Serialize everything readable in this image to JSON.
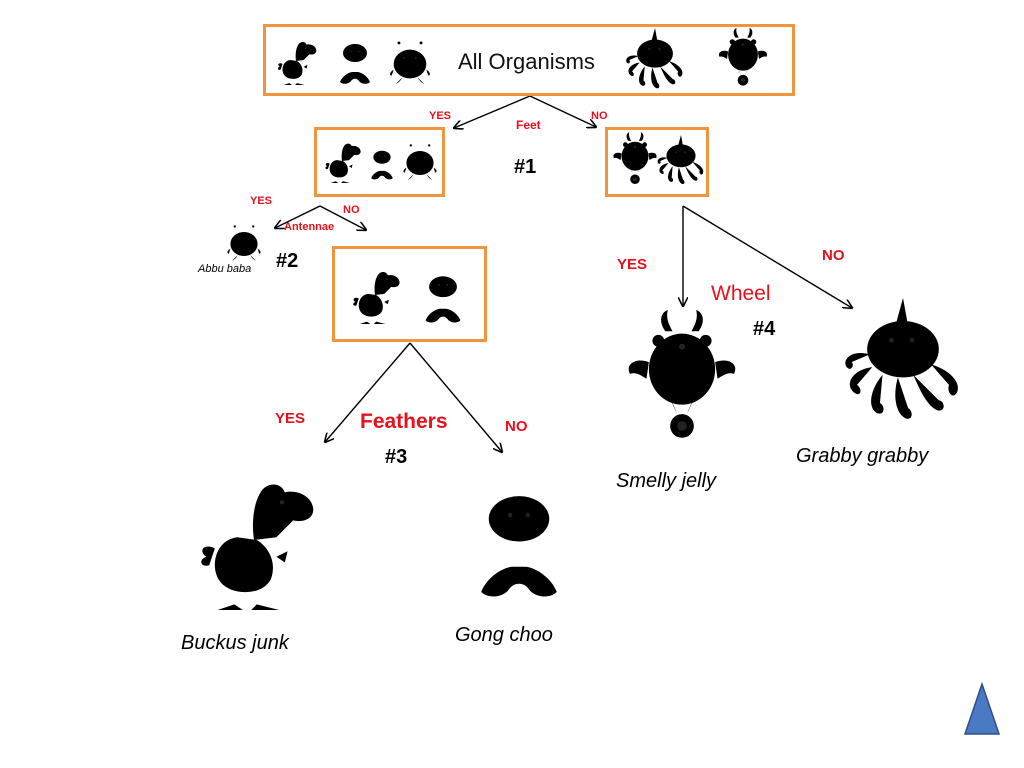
{
  "root": {
    "title": "All Organisms"
  },
  "q1": {
    "question": "Feet",
    "yes": "YES",
    "no": "NO",
    "number": "#1"
  },
  "q2": {
    "question": "Antennae",
    "yes": "YES",
    "no": "NO",
    "number": "#2"
  },
  "q3": {
    "question": "Feathers",
    "yes": "YES",
    "no": "NO",
    "number": "#3"
  },
  "q4": {
    "question": "Wheel",
    "yes": "YES",
    "no": "NO",
    "number": "#4"
  },
  "organisms": {
    "abbu": "Abbu baba",
    "buckus": "Buckus junk",
    "gong": "Gong choo",
    "smelly": "Smelly jelly",
    "grabby": "Grabby grabby"
  },
  "colors": {
    "box_border": "#f0953f",
    "label_red": "#e8111b",
    "nav_blue": "#4a7ac4"
  },
  "icons": [
    "bird-creature-icon",
    "hairy-creature-icon",
    "antennae-creature-icon",
    "wheel-creature-icon",
    "octopus-creature-icon",
    "triangle-nav-icon"
  ]
}
